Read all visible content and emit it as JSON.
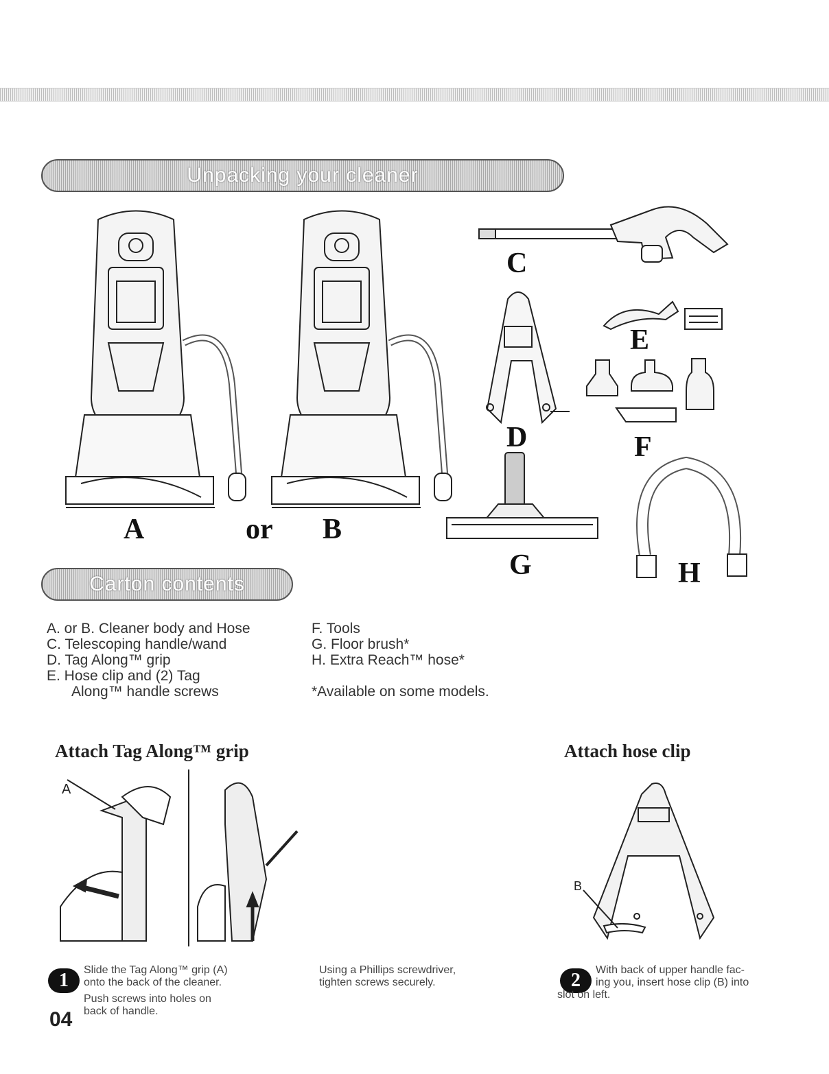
{
  "header": {
    "banner_title": "Unpacking your cleaner",
    "section_title": "Carton contents"
  },
  "figure_labels": {
    "a": "A",
    "or": "or",
    "b": "B",
    "c": "C",
    "d": "D",
    "e": "E",
    "f": "F",
    "g": "G",
    "h": "H"
  },
  "contents_left": [
    "A. or B. Cleaner body and Hose",
    "C. Telescoping handle/wand",
    "D. Tag Along™ grip",
    "E.  Hose clip and (2) Tag",
    "Along™ handle screws"
  ],
  "contents_right": [
    "F.  Tools",
    "G. Floor brush*",
    "H. Extra Reach™ hose*"
  ],
  "footnote": "*Available on some models.",
  "attach_grip": {
    "heading": "Attach Tag Along™ grip",
    "callout_a": "A",
    "step_number": "1",
    "step_text_line1": "Slide the Tag Along™ grip (A)",
    "step_text_line2": "onto the back of the cleaner.",
    "push_line1": "Push screws into holes on",
    "push_line2": "back of handle.",
    "screw_line1": "Using a Phillips screwdriver,",
    "screw_line2": "tighten screws securely."
  },
  "attach_clip": {
    "heading": "Attach hose clip",
    "callout_b": "B",
    "step_number": "2",
    "step_text_line1": "With back of upper handle fac-",
    "step_text_line2": "ing you, insert hose clip (B) into",
    "step_text_line3": "slot on left."
  },
  "page_number": "04"
}
